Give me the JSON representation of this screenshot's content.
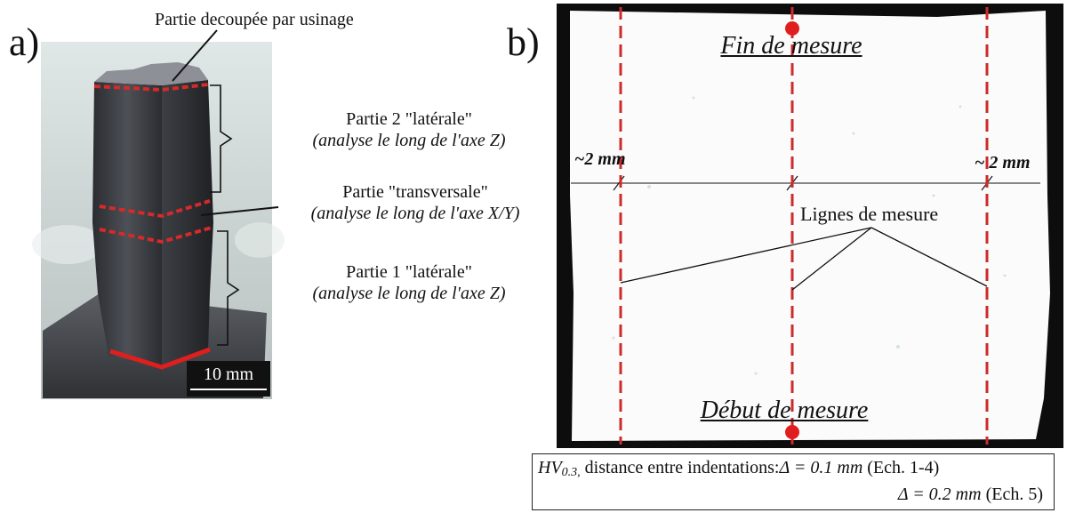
{
  "panel_a": {
    "label": "a)",
    "top_callout": "Partie decoupée par usinage",
    "part2_title": "Partie 2 \"latérale\"",
    "part2_sub": "(analyse le long de l'axe Z)",
    "transverse_title": "Partie \"transversale\"",
    "transverse_sub": "(analyse le long de l'axe X/Y)",
    "part1_title": "Partie 1 \"latérale\"",
    "part1_sub": "(analyse le long de l'axe Z)",
    "scale_bar": "10 mm"
  },
  "panel_b": {
    "label": "b)",
    "end_label": "Fin de mesure",
    "start_label": "Début de mesure",
    "left_distance": "~2 mm",
    "right_distance": "~ 2 mm",
    "lines_label": "Lignes de mesure"
  },
  "note": {
    "hv": "HV",
    "hv_sub": "0.3,",
    "line1_text": " distance entre indentations:",
    "delta1": "Δ = 0.1 mm",
    "sample1": " (Ech. 1-4)",
    "delta2": "Δ = 0.2 mm",
    "sample2": " (Ech. 5)"
  },
  "colors": {
    "accent_red": "#d42a2a",
    "panel_black": "#0d0d0d"
  }
}
